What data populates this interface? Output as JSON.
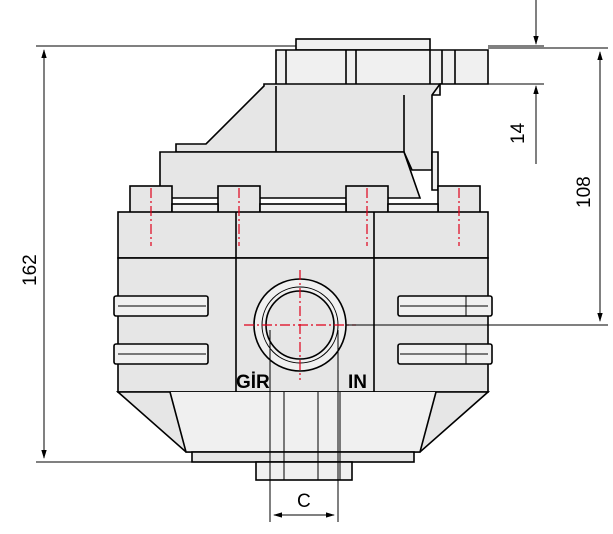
{
  "dimensions": {
    "overall_height": "162",
    "port_height": "108",
    "top_offset": "14",
    "port_size": "C"
  },
  "markings": {
    "inlet_tr": "GİR",
    "inlet_en": "IN"
  },
  "colors": {
    "body": "#e6e6e6",
    "outline": "#000000",
    "centerline": "#e0001a"
  }
}
